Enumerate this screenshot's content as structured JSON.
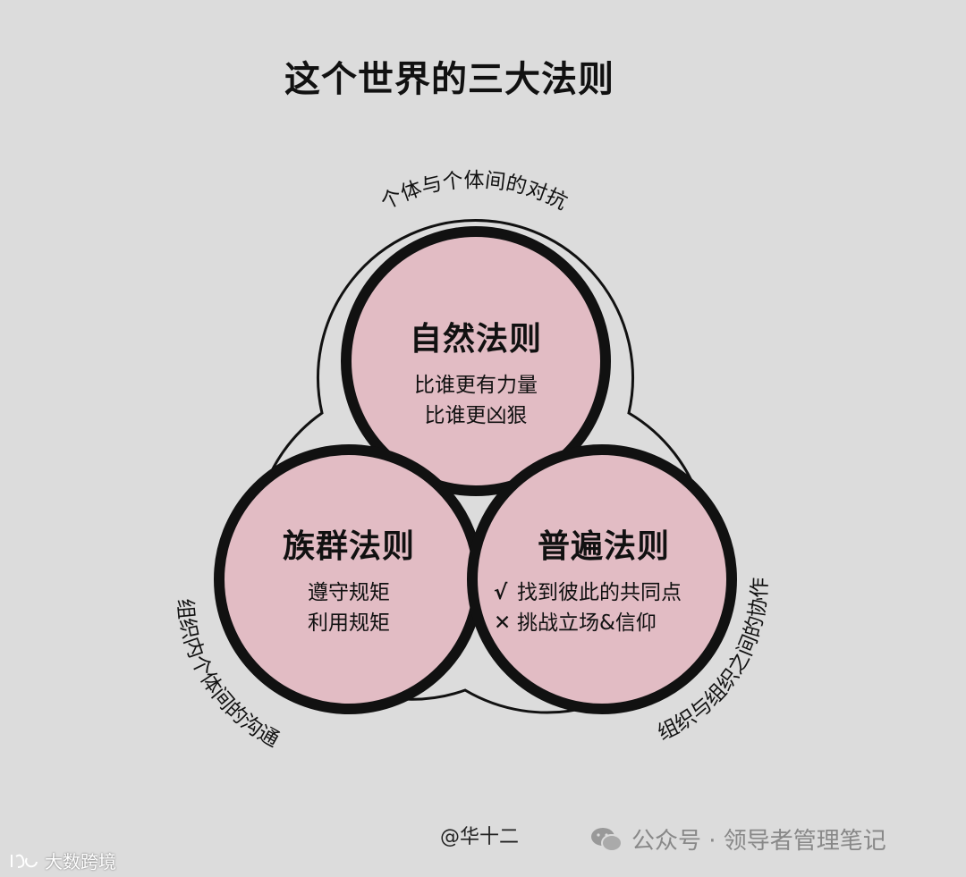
{
  "title": "这个世界的三大法则",
  "arcs": {
    "top": "个体与个体间的对抗",
    "left": "组织内个体间的沟通",
    "right": "组织与组织之间的协作"
  },
  "circles": {
    "nature": {
      "title": "自然法则",
      "lines": [
        "比谁更有力量",
        "比谁更凶狠"
      ]
    },
    "tribe": {
      "title": "族群法则",
      "lines": [
        "遵守规矩",
        "利用规矩"
      ]
    },
    "universal": {
      "title": "普遍法则",
      "lines": [
        {
          "mark": "√",
          "text": "找到彼此的共同点"
        },
        {
          "mark": "✕",
          "text": "挑战立场&信仰"
        }
      ]
    }
  },
  "colors": {
    "circle_fill": "#e2bcc4",
    "background": "#dcdcdc",
    "stroke": "#111111"
  },
  "author": "@华十二",
  "wechat": {
    "icon": "wechat-icon",
    "label": "公众号 · 领导者管理笔记"
  },
  "brand": {
    "icon": "brand-logo-icon",
    "label": "大数跨境"
  }
}
